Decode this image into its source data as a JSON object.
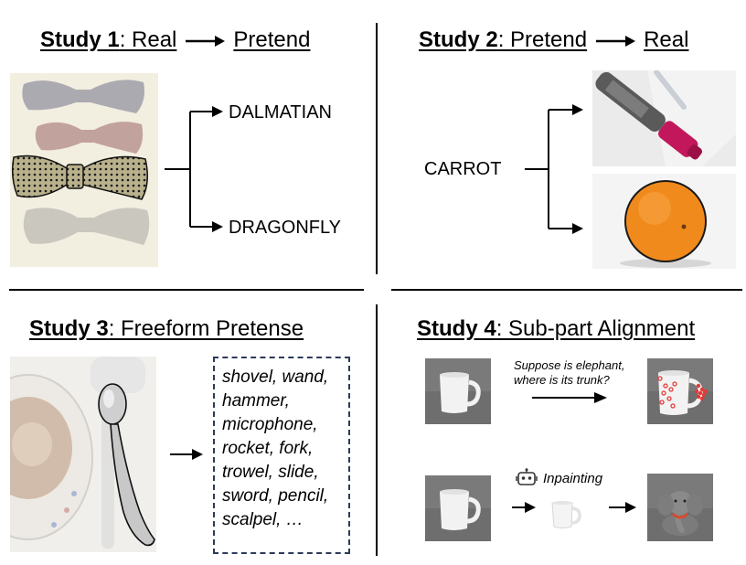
{
  "study1": {
    "title_bold": "Study 1",
    "title_rest": ": Real",
    "title_end": "Pretend",
    "option_a": "DALMATIAN",
    "option_b": "DRAGONFLY",
    "image_icon": "bowtie-photo"
  },
  "study2": {
    "title_bold": "Study 2",
    "title_rest": ": Pretend",
    "title_end": "Real",
    "concept": "CARROT",
    "image_top_icon": "marker-photo",
    "image_bottom_icon": "orange-photo"
  },
  "study3": {
    "title_bold": "Study 3",
    "title_rest": ": Freeform Pretense",
    "image_icon": "spoon-photo",
    "items": [
      "shovel, wand,",
      "hammer,",
      "microphone,",
      "rocket, fork,",
      "trowel, slide,",
      "sword, pencil,",
      "scalpel, …"
    ]
  },
  "study4": {
    "title_bold": "Study 4",
    "title_rest": ": Sub-part Alignment",
    "question_line1": "Suppose is elephant,",
    "question_line2": "where is its trunk?",
    "inpainting_label": "Inpainting",
    "robot_icon": "robot-icon"
  },
  "colors": {
    "divider": "#000000",
    "dashed_border": "#2d3a5a",
    "marker_magenta": "#c2185b",
    "orange": "#f08a1c",
    "point_red": "#e53935"
  }
}
